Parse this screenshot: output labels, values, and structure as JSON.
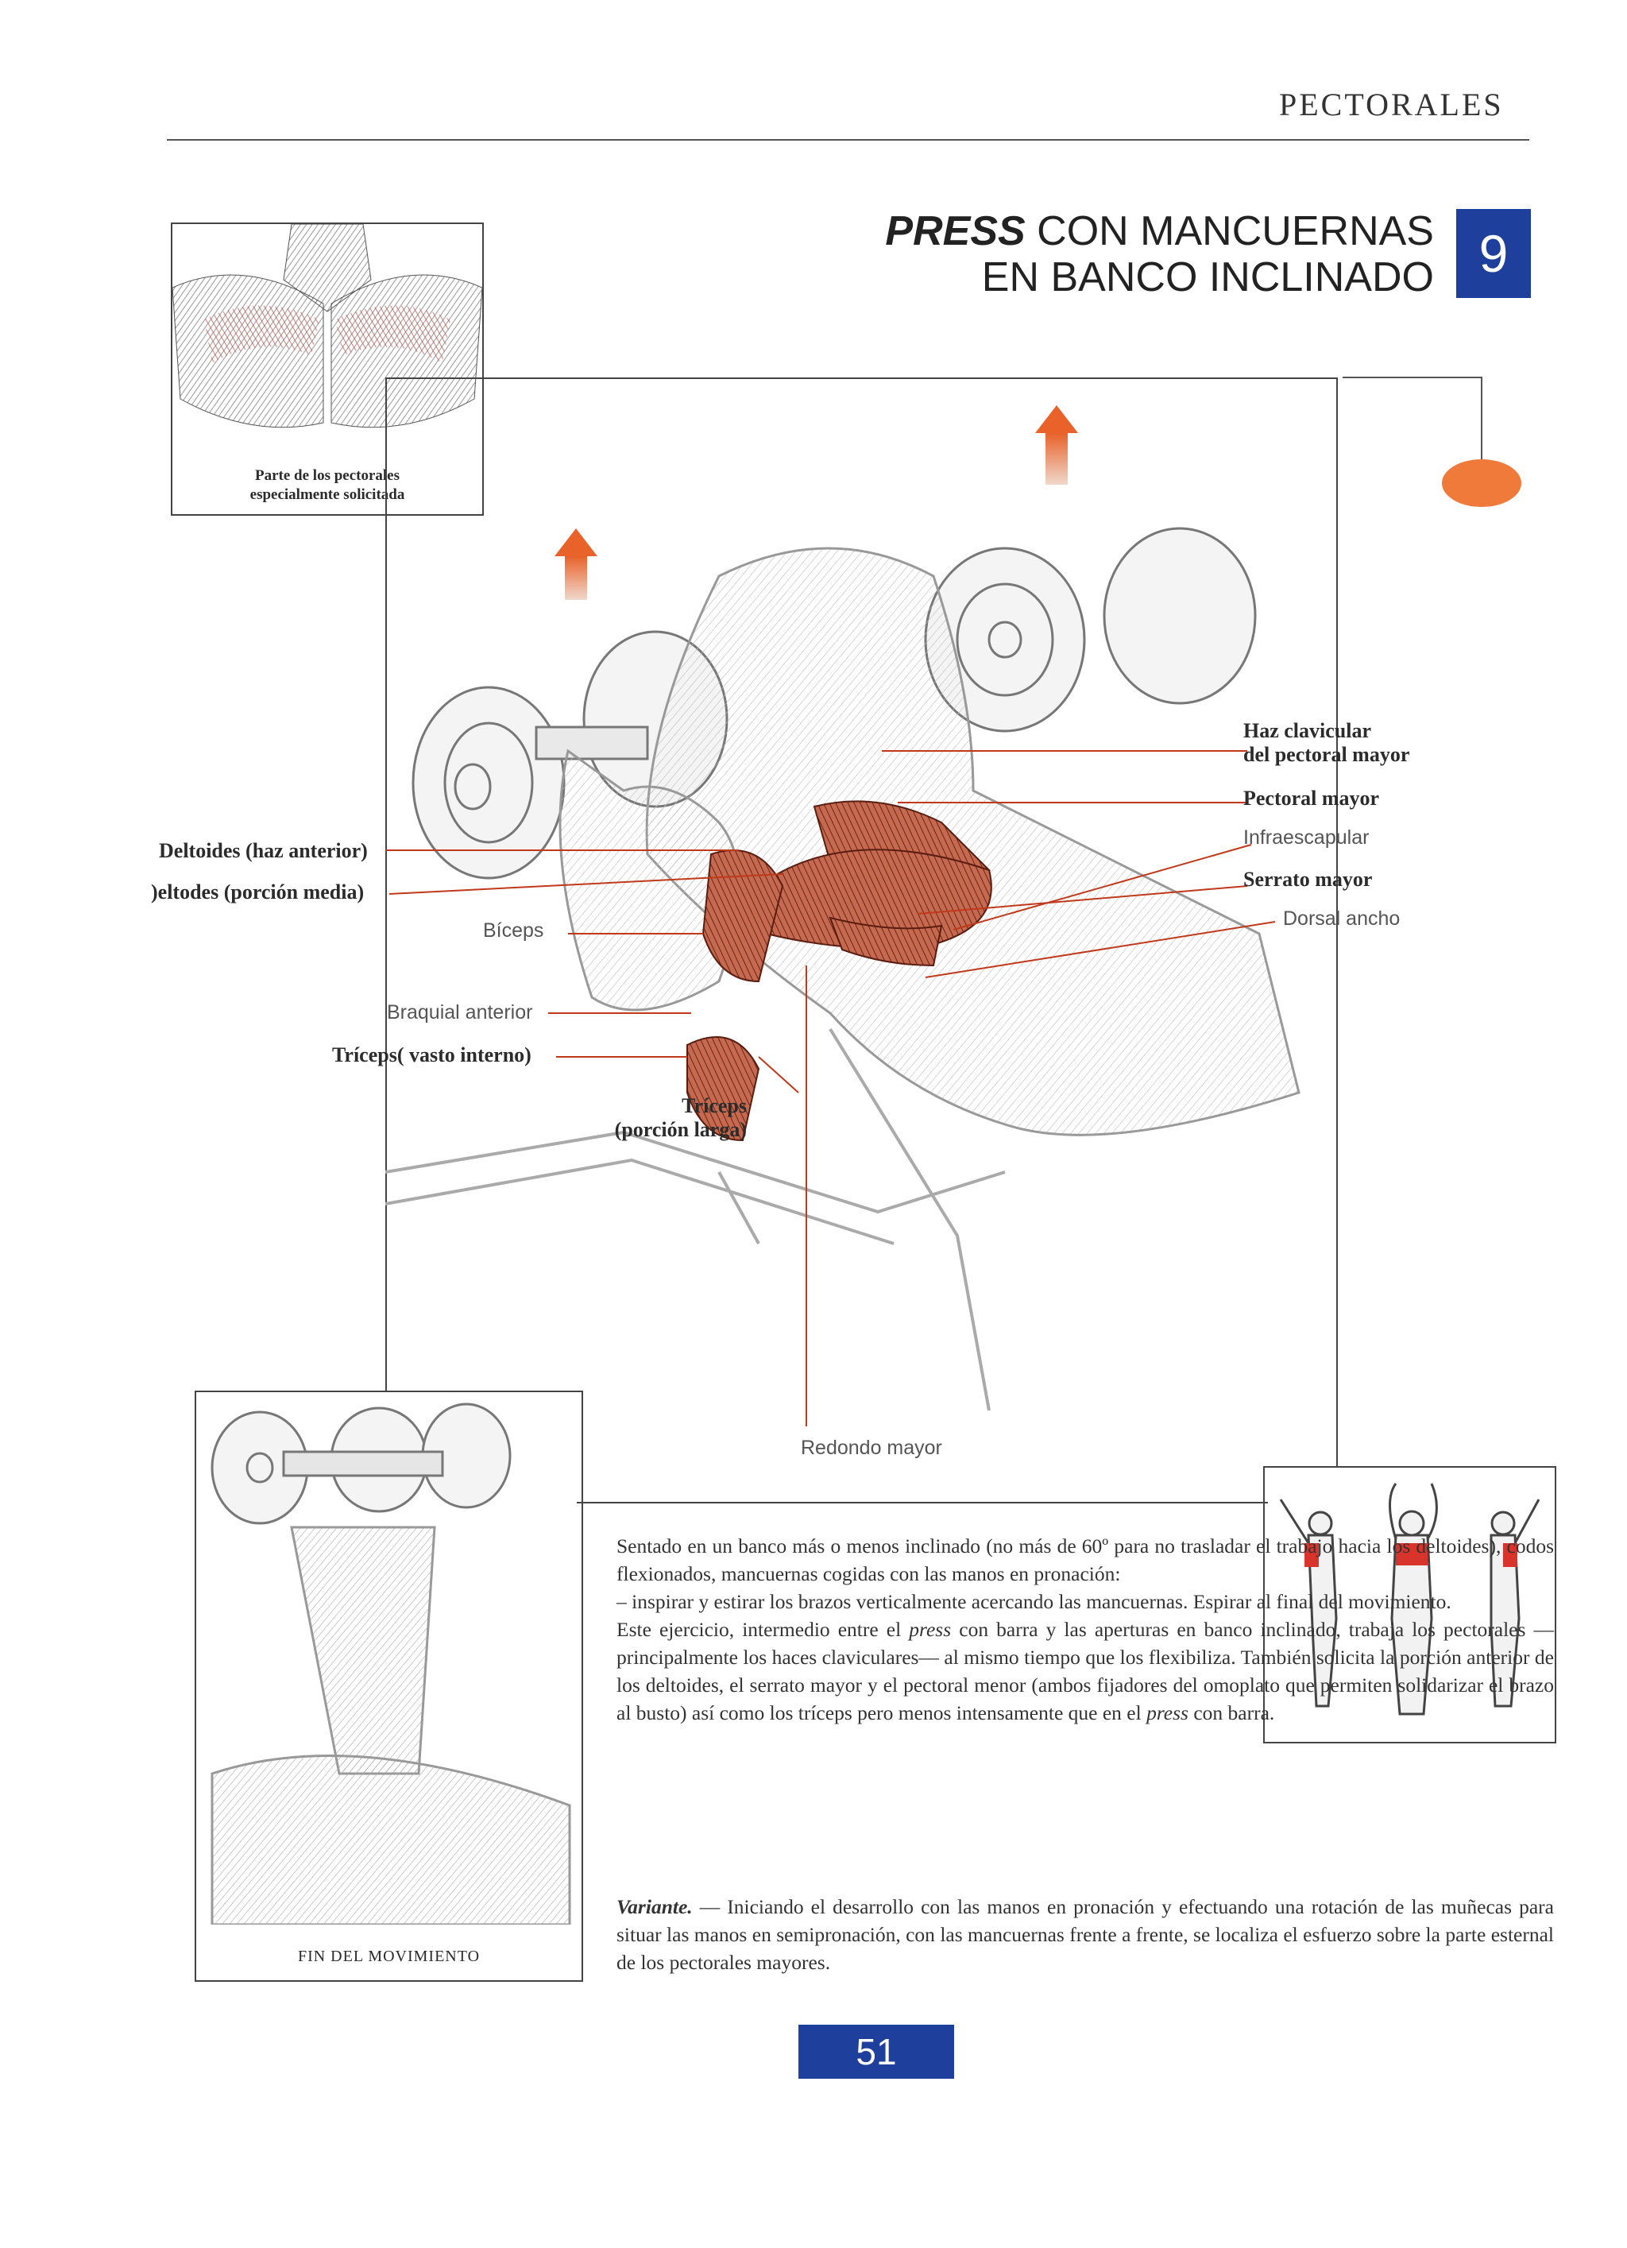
{
  "header": {
    "section": "PECTORALES"
  },
  "title": {
    "italic_part": "PRESS",
    "line1_rest": "CON MANCUERNAS",
    "line2": "EN BANCO INCLINADO",
    "number": "9"
  },
  "inset": {
    "caption_line1": "Parte de los pectorales",
    "caption_line2": "especialmente solicitada"
  },
  "labels": {
    "haz_clavicular_1": "Haz clavicular",
    "haz_clavicular_2": "del pectoral mayor",
    "pectoral_mayor": "Pectoral mayor",
    "infraescapular": "Infraescapular",
    "serrato_mayor": "Serrato mayor",
    "dorsal_ancho": "Dorsal ancho",
    "deltoides_anterior": "Deltoides (haz anterior)",
    "deltoides_media": ")eltodes (porción media)",
    "biceps": "Bíceps",
    "braquial_anterior": "Braquial anterior",
    "triceps_vasto": "Tríceps( vasto interno)",
    "triceps_larga_1": "Tríceps",
    "triceps_larga_2": "(porción larga)",
    "redondo_mayor": "Redondo mayor"
  },
  "finish": {
    "caption": "FIN DEL MOVIMIENTO"
  },
  "description": {
    "p1": "Sentado en un banco más o menos inclinado (no más de 60º para no trasladar el trabajo hacia los deltoides), codos flexionados, mancuernas cogidas con las manos en pronación:",
    "p2": "– inspirar y estirar los brazos verticalmente acercando las mancuernas. Espirar al final del movimiento.",
    "p3_a": "Este ejercicio, intermedio entre el ",
    "p3_press": "press",
    "p3_b": " con barra y las aperturas en banco inclinado, trabaja los pectorales —principalmente los haces claviculares— al mismo tiempo que los flexibiliza. También solicita la porción anterior de los deltoides, el serrato mayor y el pectoral menor (ambos fijadores del omoplato que permiten solidarizar el brazo al busto) así como los tríceps pero menos intensamente que en el ",
    "p3_press2": "press",
    "p3_c": " con barra."
  },
  "variant": {
    "label": "Variante.",
    "text": " — Iniciando el desarrollo con las manos en pronación y efectuando una rotación de las muñecas para situar las manos en semipronación, con las mancuernas frente a frente, se localiza el esfuerzo sobre la parte esternal de los pectorales mayores."
  },
  "page": {
    "number": "51"
  },
  "colors": {
    "accent_blue": "#1f3f9c",
    "muscle_red": "#b5412a",
    "arrow_orange": "#e8622a",
    "leader_line": "#c0391b"
  }
}
